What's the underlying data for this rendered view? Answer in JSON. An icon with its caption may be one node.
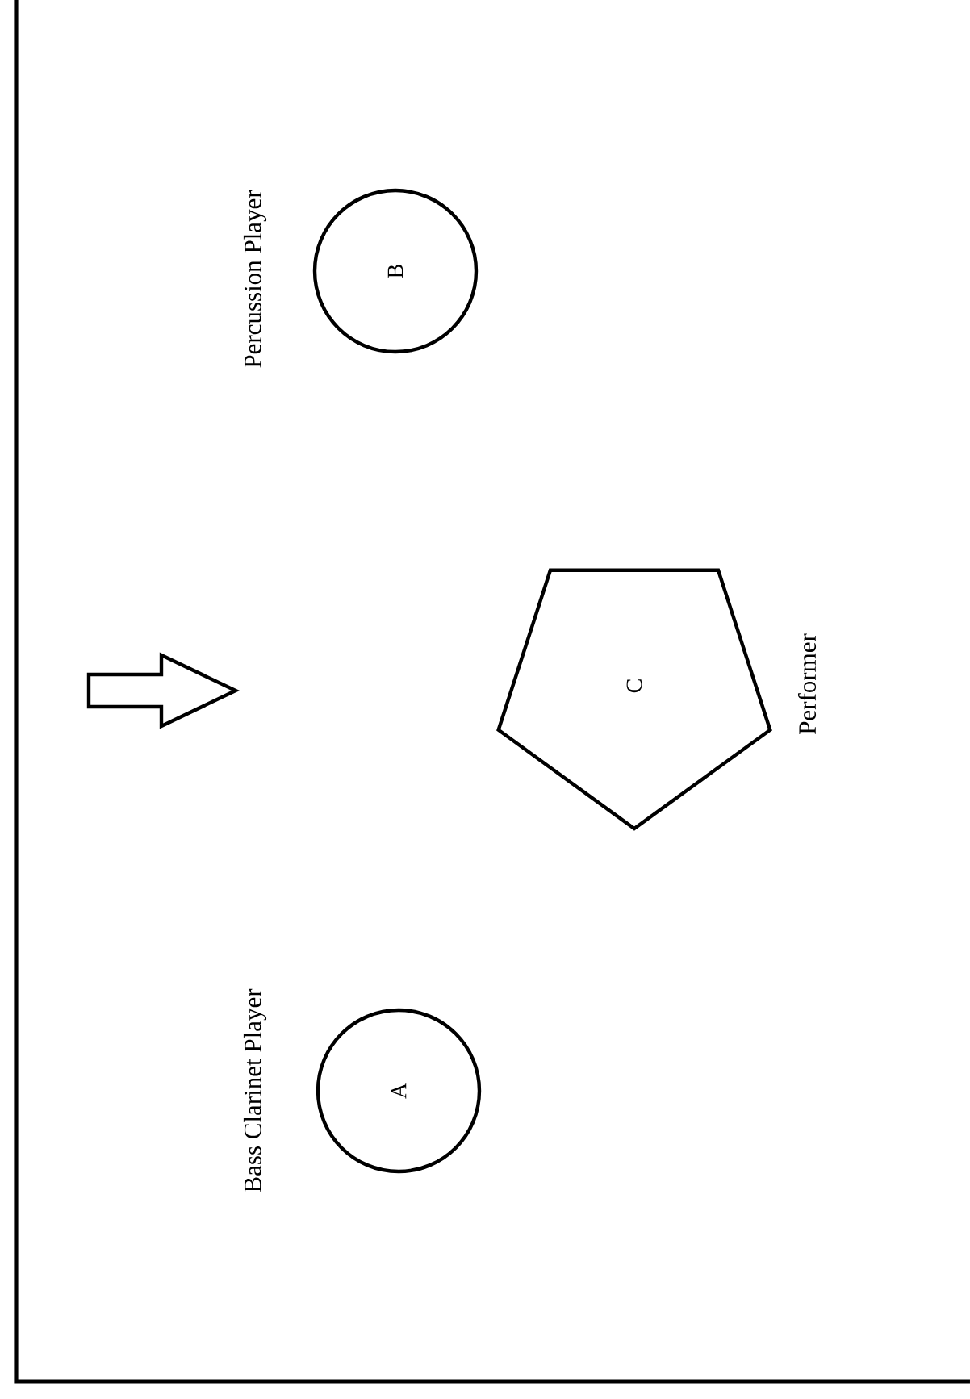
{
  "diagram": {
    "nodes": [
      {
        "text": [
          "B"
        ],
        "beside": [
          "Percussion Player"
        ]
      },
      {
        "text": [
          "C"
        ],
        "beside": [
          "Performer"
        ]
      },
      {
        "text": [
          "A"
        ],
        "beside": [
          "Bass Clarinet Player"
        ]
      }
    ]
  }
}
